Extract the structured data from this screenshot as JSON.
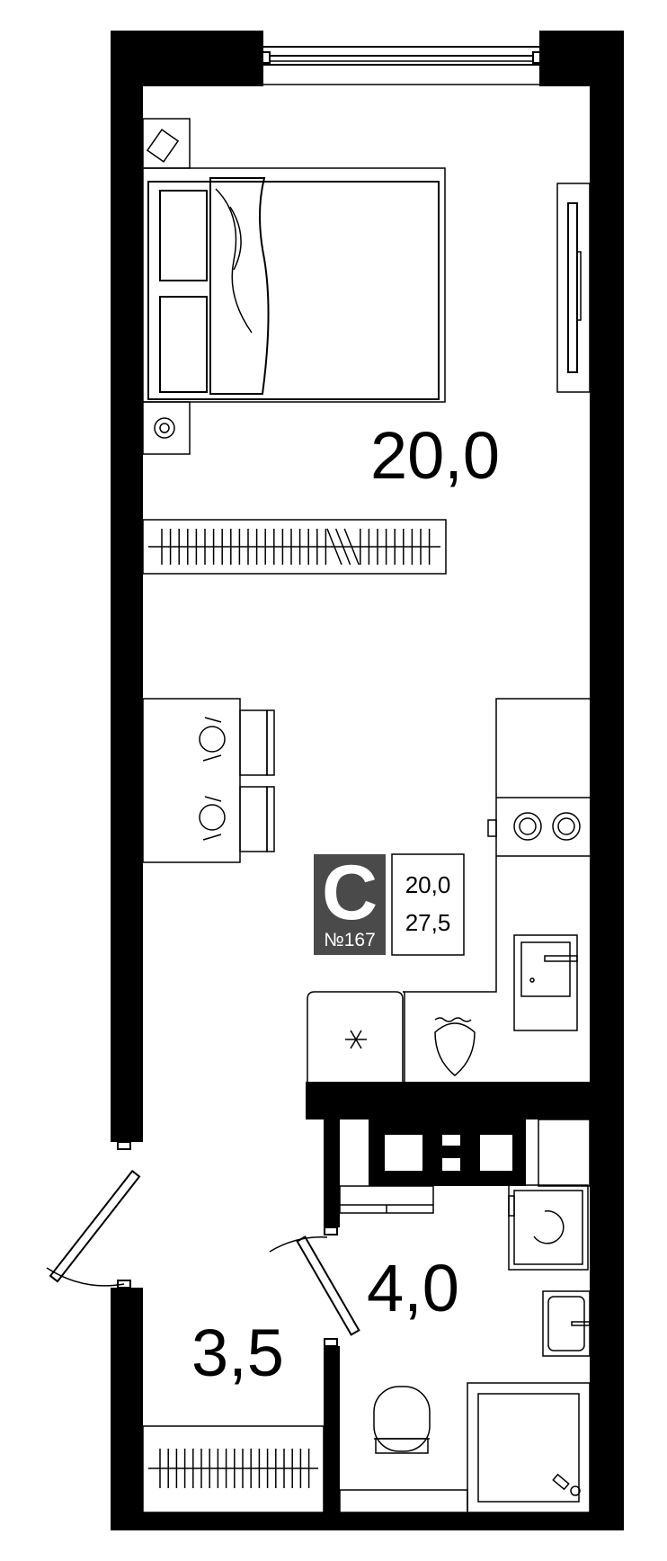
{
  "rooms": {
    "main_room_area": "20,0",
    "hall_area": "3,5",
    "bathroom_area": "4,0"
  },
  "badge": {
    "letter": "С",
    "apartment_number": "№167",
    "living_area": "20,0",
    "total_area": "27,5"
  },
  "colors": {
    "wall": "#000000",
    "badge_bg": "#4a4a4a",
    "background": "#ffffff"
  }
}
